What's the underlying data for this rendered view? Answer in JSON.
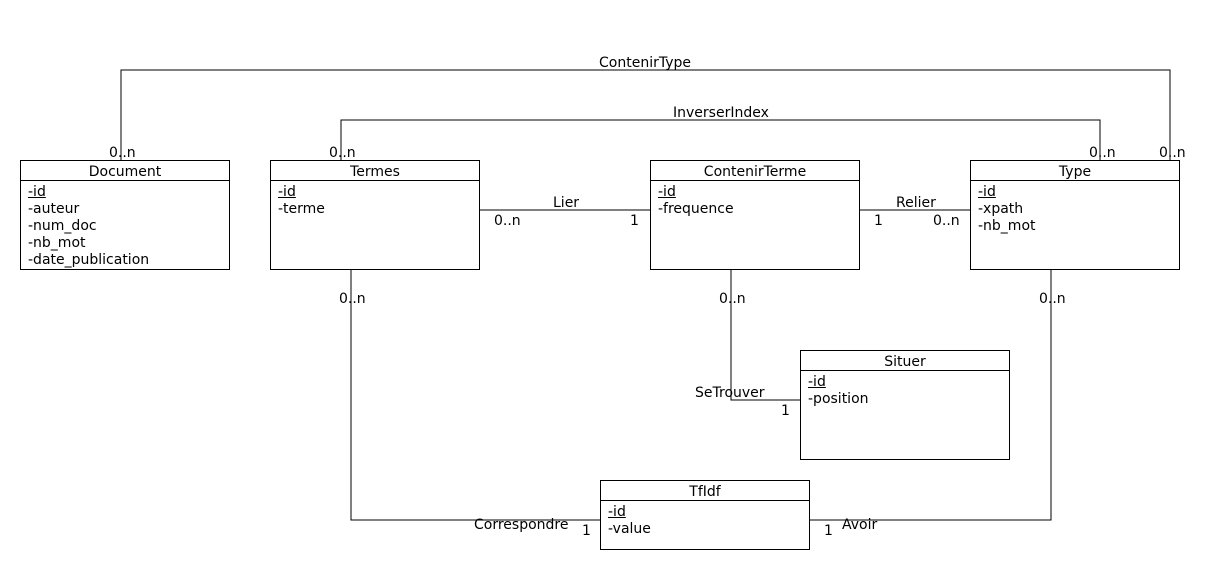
{
  "entities": {
    "document": {
      "title": "Document",
      "attributes": [
        "-id",
        "-auteur",
        "-num_doc",
        "-nb_mot",
        "-date_publication"
      ]
    },
    "termes": {
      "title": "Termes",
      "attributes": [
        "-id",
        "-terme"
      ]
    },
    "contenirterme": {
      "title": "ContenirTerme",
      "attributes": [
        "-id",
        "-frequence"
      ]
    },
    "type": {
      "title": "Type",
      "attributes": [
        "-id",
        "-xpath",
        "-nb_mot"
      ]
    },
    "situer": {
      "title": "Situer",
      "attributes": [
        "-id",
        "-position"
      ]
    },
    "tfidf": {
      "title": "TfIdf",
      "attributes": [
        "-id",
        "-value"
      ]
    }
  },
  "relations": {
    "contenirtype": {
      "name": "ContenirType",
      "card_start": "0..n",
      "card_end": "0..n"
    },
    "inverserindex": {
      "name": "InverserIndex",
      "card_start": "0..n",
      "card_end": "0..n"
    },
    "lier": {
      "name": "Lier",
      "card_start": "0..n",
      "card_end": "1"
    },
    "relier": {
      "name": "Relier",
      "card_start": "1",
      "card_end": "0..n"
    },
    "setrouver": {
      "name": "SeTrouver",
      "card_start": "0..n",
      "card_end": "1"
    },
    "correspondre": {
      "name": "Correspondre",
      "card_start": "0..n",
      "card_end": "1"
    },
    "avoir": {
      "name": "Avoir",
      "card_start": "0..n",
      "card_end": "1"
    }
  }
}
